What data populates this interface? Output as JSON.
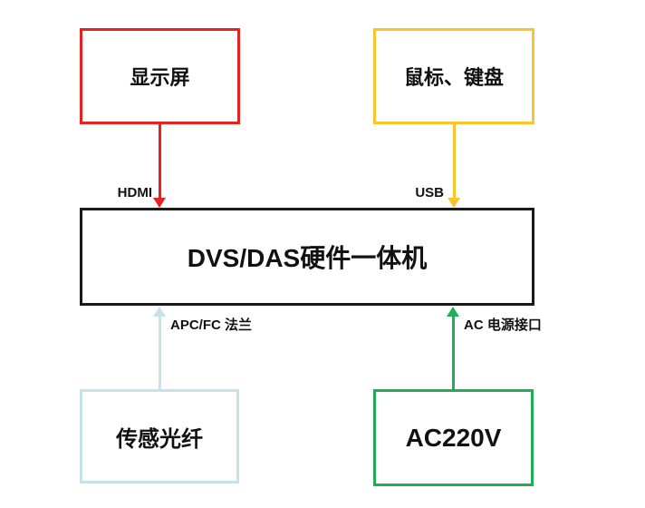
{
  "diagram": {
    "title": "DVS/DAS hardware connection diagram",
    "nodes": {
      "display": {
        "label": "显示屏",
        "border_color": "#e8221e"
      },
      "mouse_keyboard": {
        "label": "鼠标、键盘",
        "border_color": "#fcc32c"
      },
      "host": {
        "label": "DVS/DAS硬件一体机",
        "border_color": "#1a1a1a"
      },
      "fiber": {
        "label": "传感光纤",
        "border_color": "#c8e2e9"
      },
      "power": {
        "label": "AC220V",
        "border_color": "#1fae55"
      }
    },
    "connections": {
      "hdmi": {
        "label": "HDMI",
        "color": "#e8221e",
        "from": "display",
        "to": "host",
        "direction": "down"
      },
      "usb": {
        "label": "USB",
        "color": "#fcc32c",
        "from": "mouse_keyboard",
        "to": "host",
        "direction": "down"
      },
      "flange": {
        "label": "APC/FC 法兰",
        "color": "#c8e2e9",
        "from": "fiber",
        "to": "host",
        "direction": "up"
      },
      "ac": {
        "label": "AC 电源接口",
        "color": "#1fae55",
        "from": "power",
        "to": "host",
        "direction": "up"
      }
    },
    "colors": {
      "red": "#e8221e",
      "yellow": "#fcc32c",
      "black": "#1a1a1a",
      "blue": "#c8e2e9",
      "green": "#1fae55",
      "background": "#ffffff",
      "text": "#111111"
    }
  }
}
